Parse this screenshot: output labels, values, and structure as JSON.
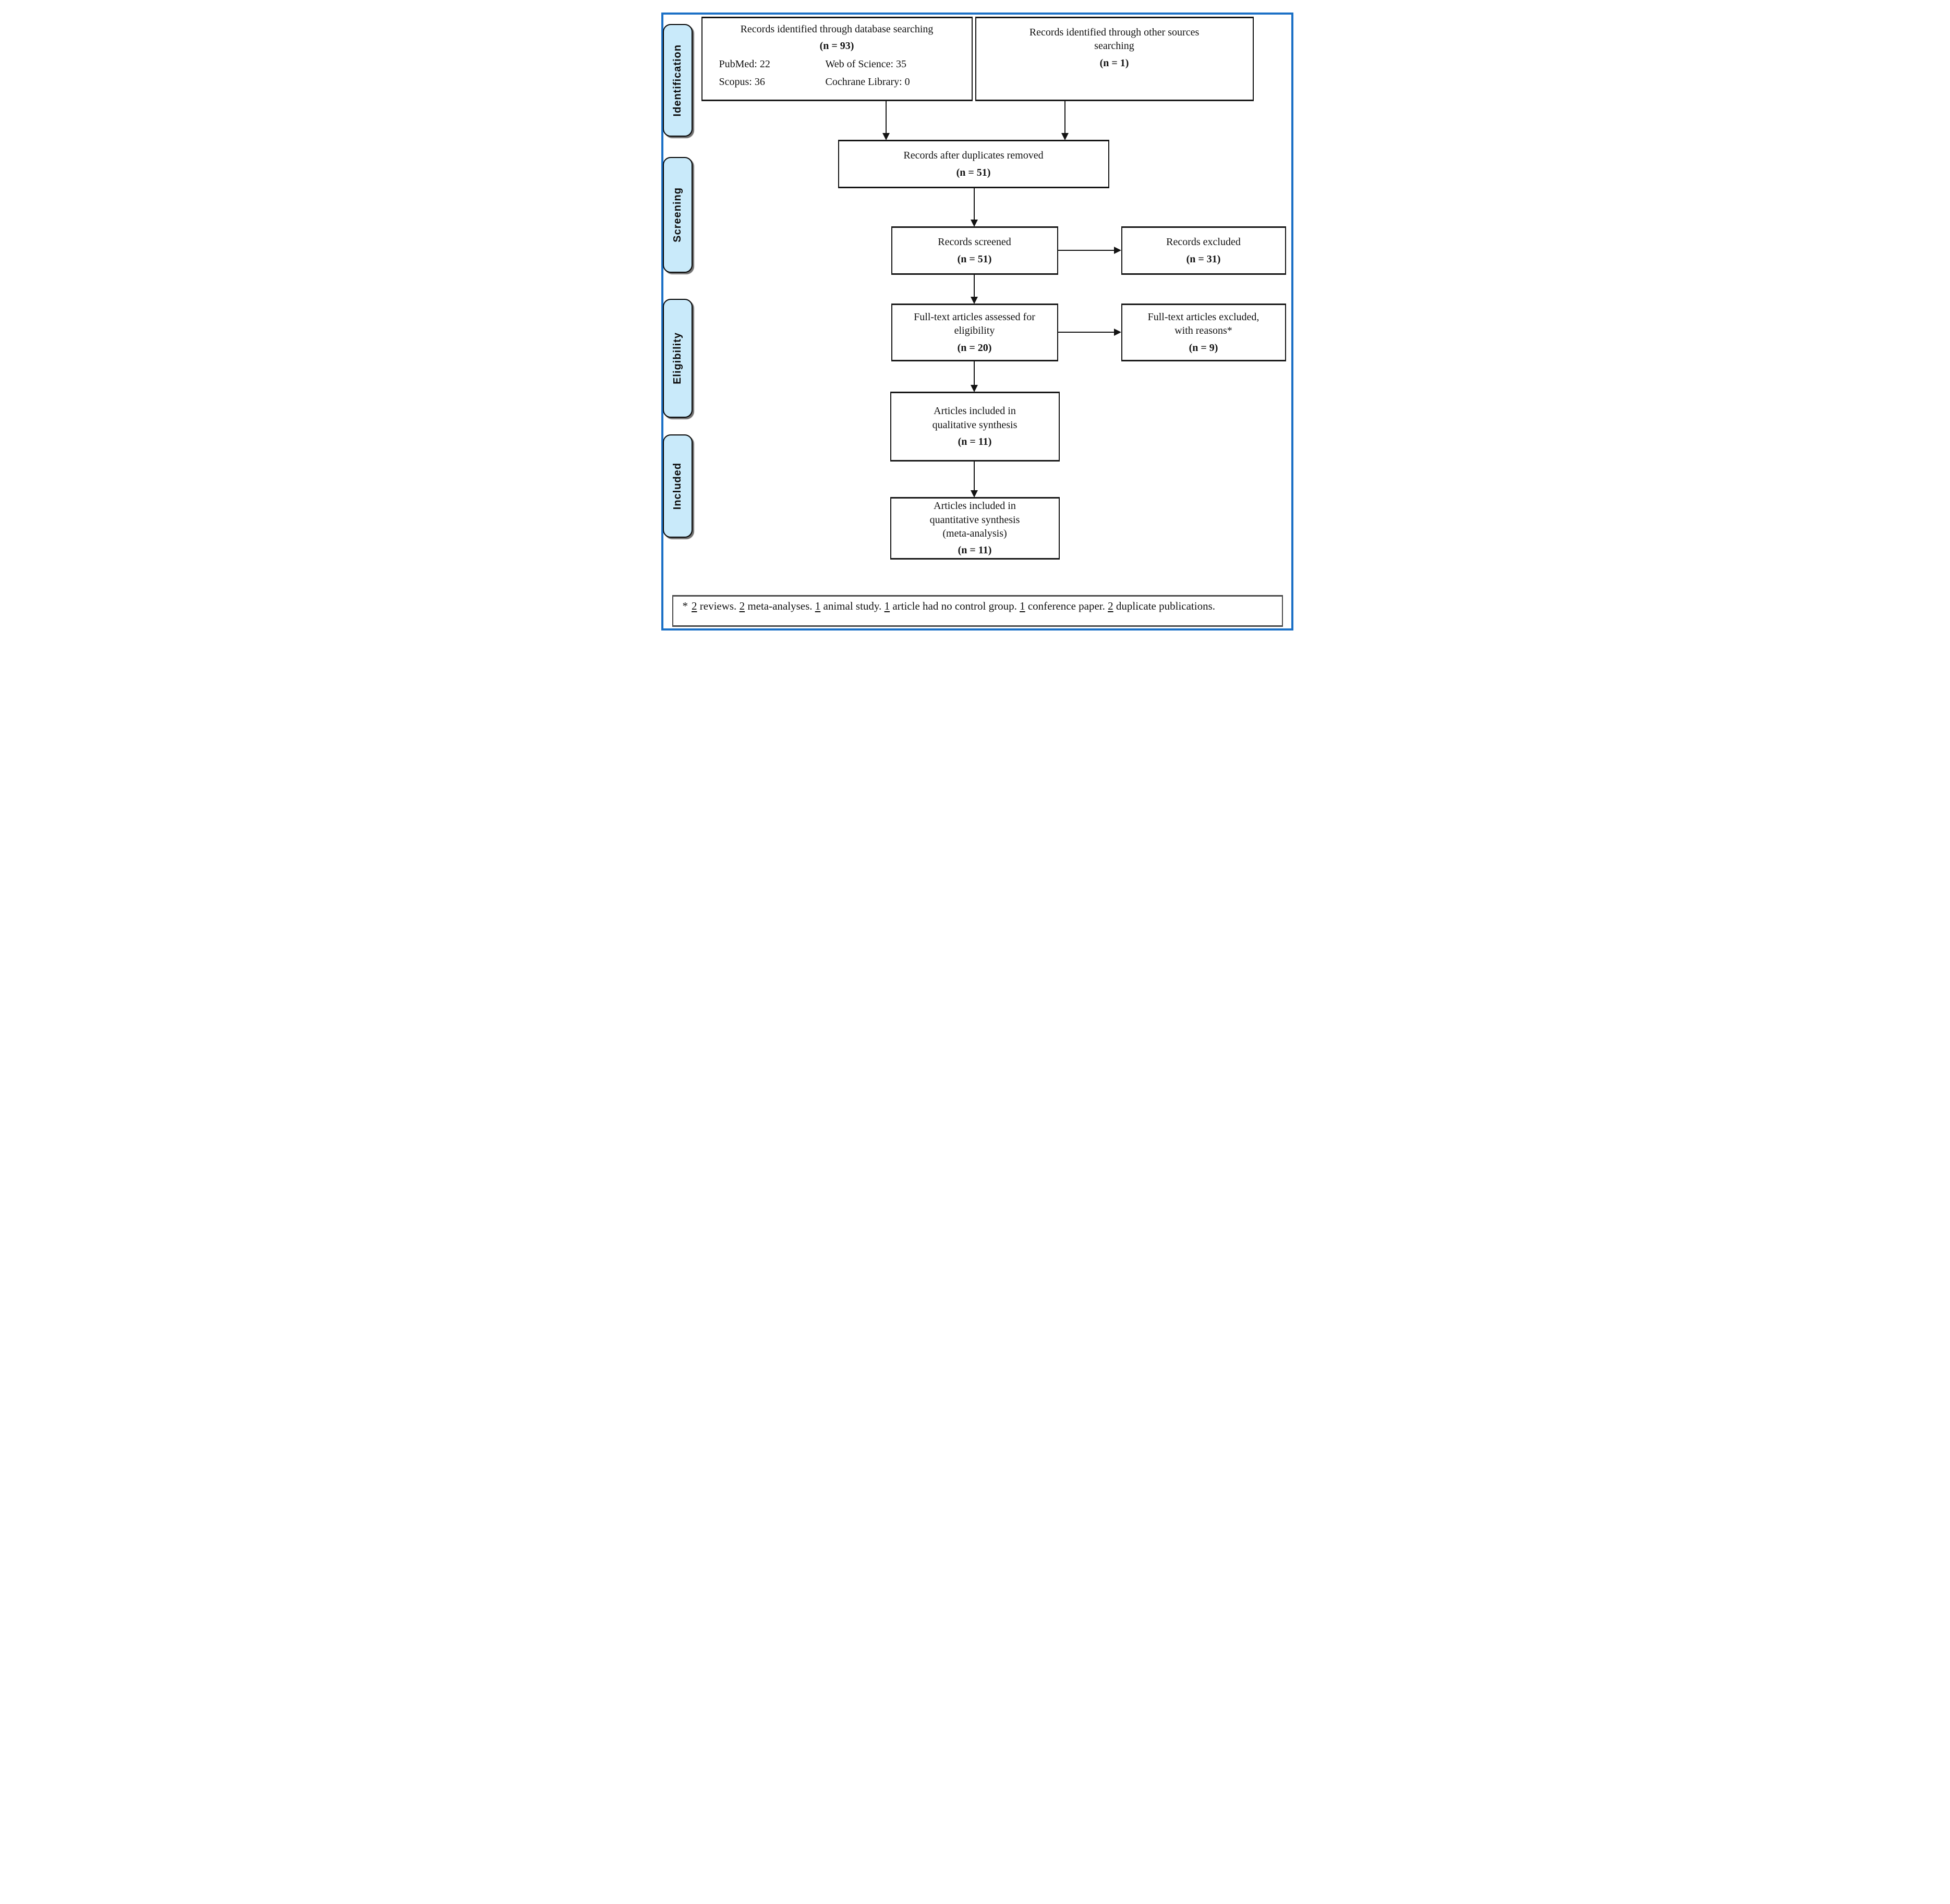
{
  "colors": {
    "frame_blue": "#1b70c6",
    "stage_fill": "#c9eafa",
    "stage_border": "#000000",
    "box_border": "#161616",
    "text": "#111111"
  },
  "stages": [
    {
      "label": "Identification"
    },
    {
      "label": "Screening"
    },
    {
      "label": "Eligibility"
    },
    {
      "label": "Included"
    }
  ],
  "boxes": {
    "database": {
      "label": "Records identified through database searching",
      "count": "(n = 93)",
      "sources": [
        "PubMed: 22",
        "Web of Science: 35",
        "Scopus: 36",
        "Cochrane Library: 0"
      ]
    },
    "other_sources": {
      "label": "Records identified through other sources searching",
      "count": "(n = 1)"
    },
    "duplicates_removed": {
      "label": "Records after duplicates removed",
      "count": "(n = 51)"
    },
    "screened": {
      "label": "Records screened",
      "count": "(n = 51)"
    },
    "excluded": {
      "label": "Records excluded",
      "count": "(n = 31)"
    },
    "fulltext_assessed": {
      "label": "Full-text articles assessed for eligibility",
      "count": "(n = 20)"
    },
    "fulltext_excluded": {
      "label": "Full-text articles excluded, with reasons*",
      "count": "(n = 9)"
    },
    "qualitative": {
      "label": "Articles included in qualitative synthesis",
      "count": "(n = 11)"
    },
    "quantitative": {
      "label": "Articles included in quantitative synthesis (meta-analysis)",
      "count": "(n = 11)"
    }
  },
  "footnote": {
    "marker": "*",
    "items": [
      {
        "num": "2",
        "rest": " reviews. "
      },
      {
        "num": "2",
        "rest": " meta-analyses. "
      },
      {
        "num": "1",
        "rest": " animal study. "
      },
      {
        "num": "1",
        "rest": " article had no control group. "
      },
      {
        "num": "1",
        "rest": " conference paper. "
      },
      {
        "num": "2",
        "rest": " duplicate publications."
      }
    ]
  }
}
